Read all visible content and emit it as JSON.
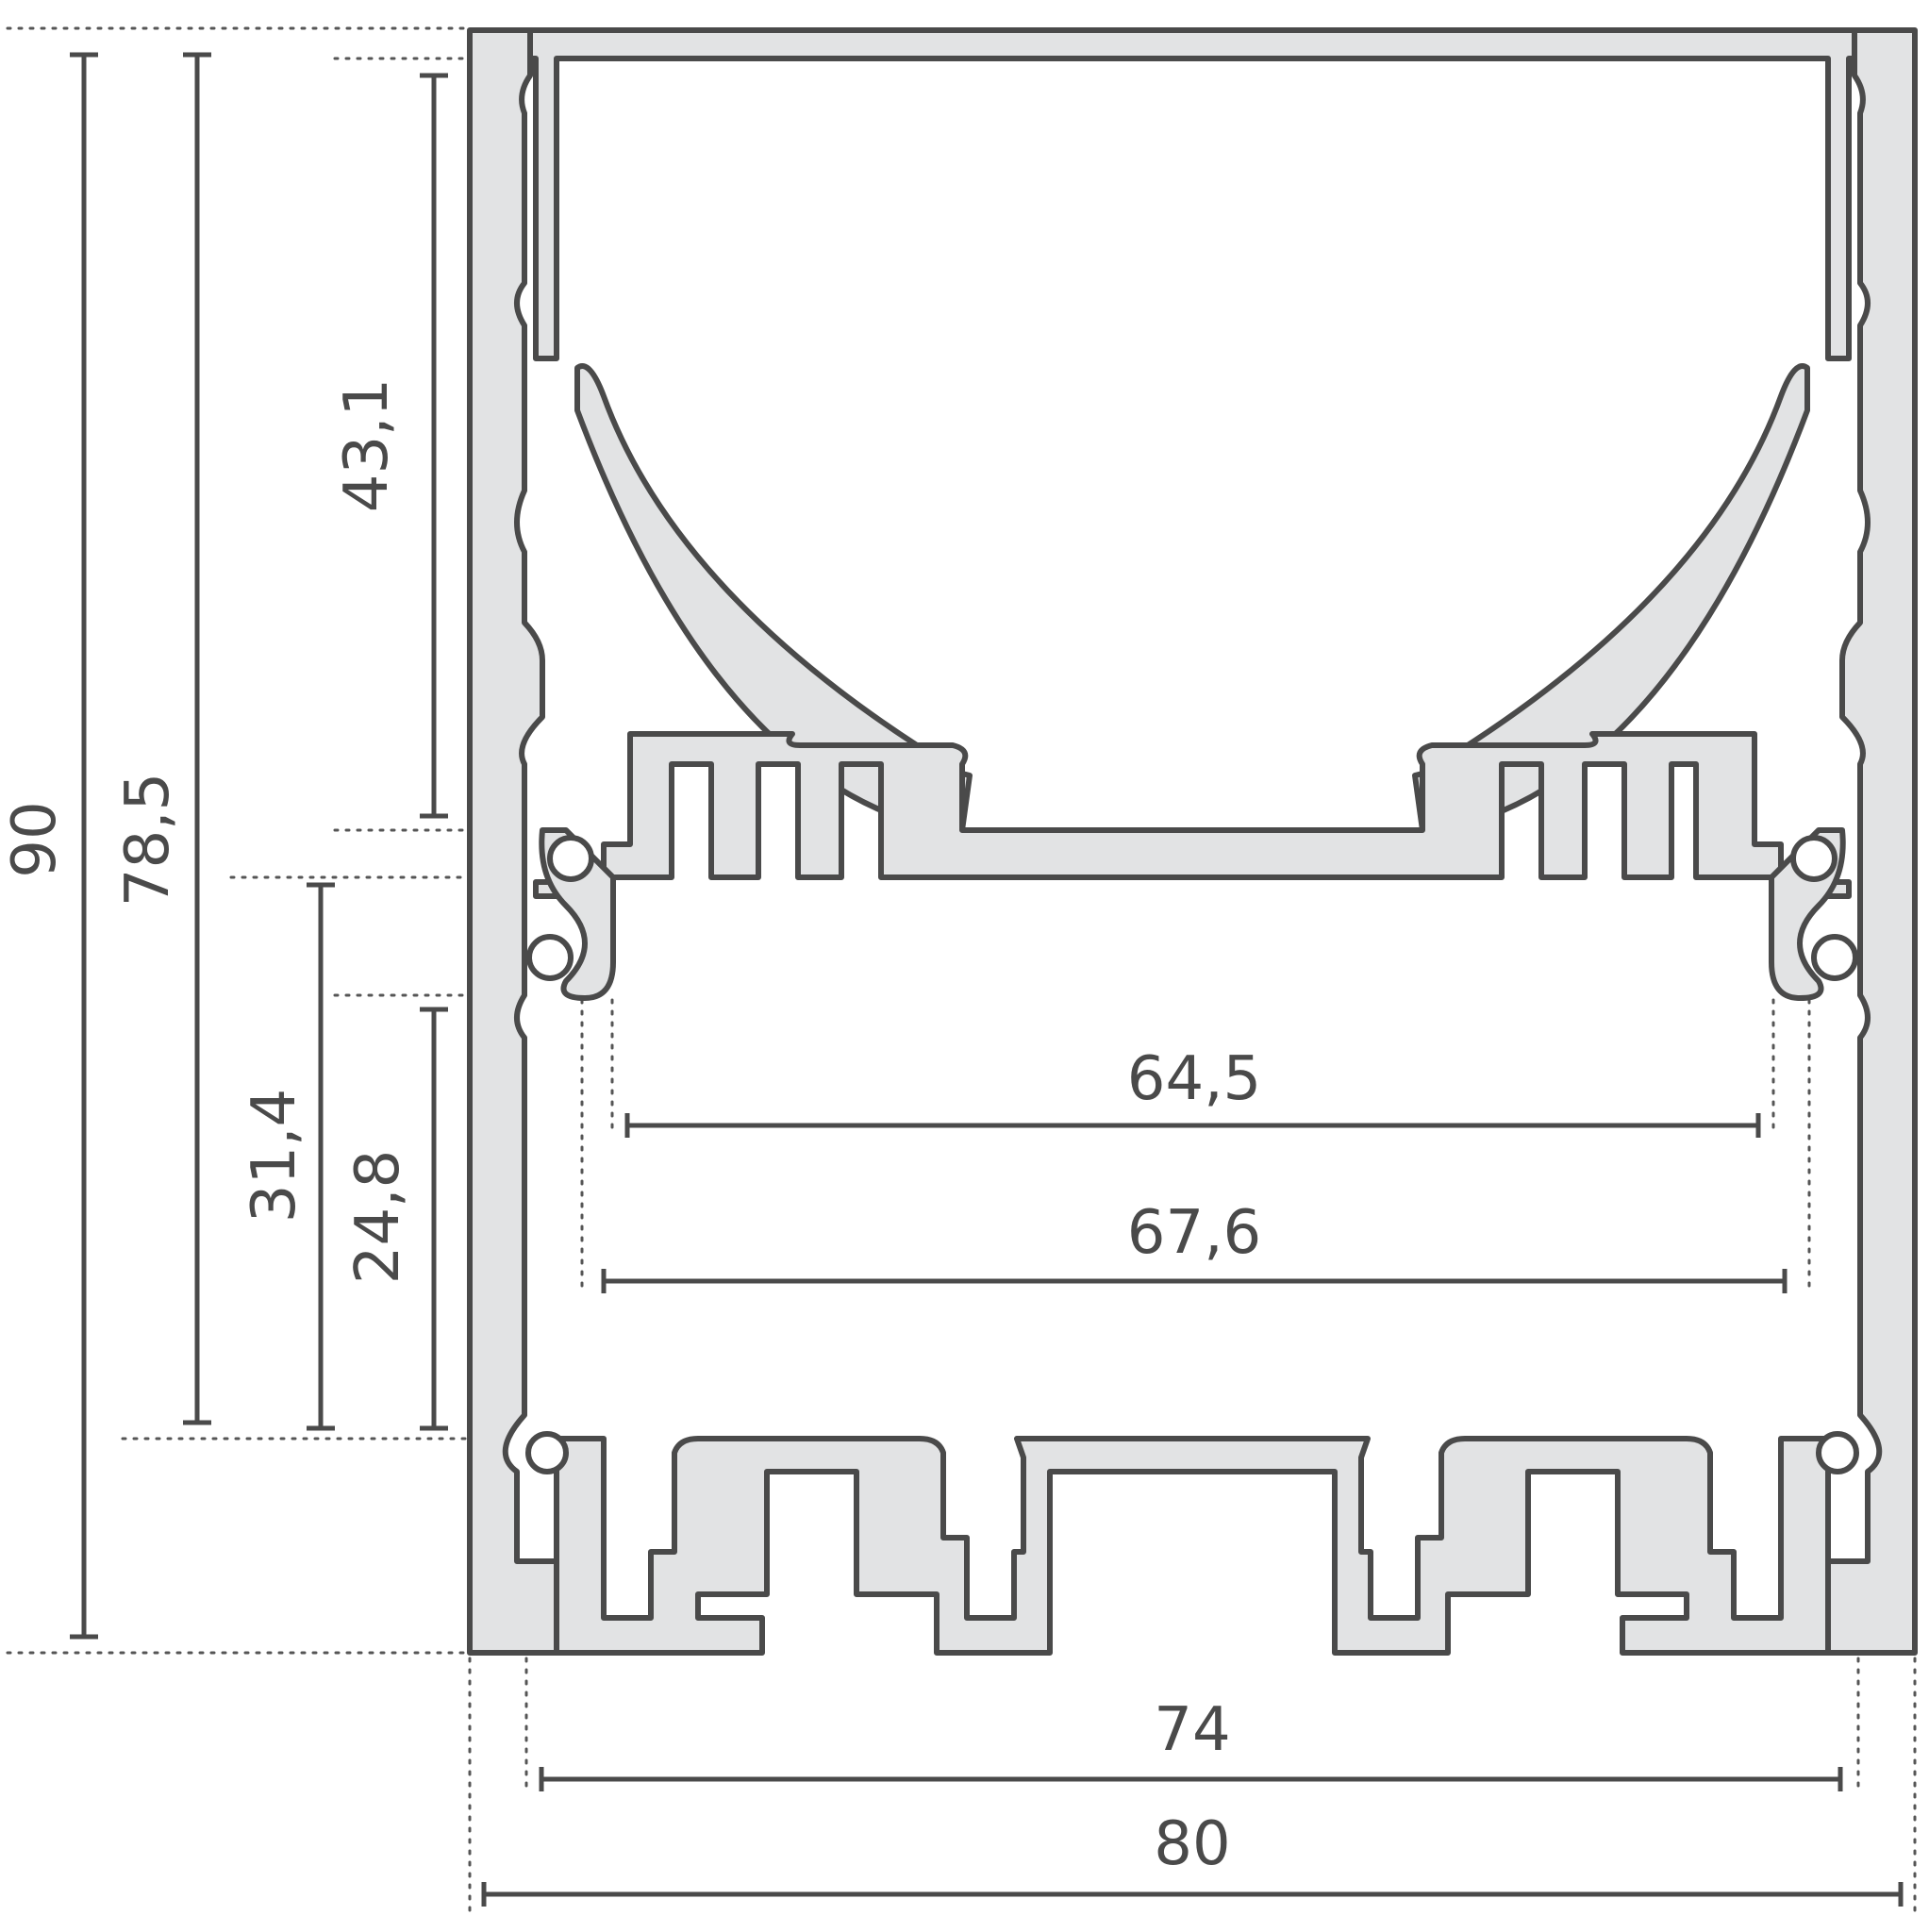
{
  "dimensions": {
    "height_90": "90",
    "height_78_5": "78,5",
    "height_43_1": "43,1",
    "height_31_4": "31,4",
    "height_24_8": "24,8",
    "width_64_5": "64,5",
    "width_67_6": "67,6",
    "width_74": "74",
    "width_80": "80"
  },
  "colors": {
    "profile_fill": "#e2e3e4",
    "outline": "#4a4a4a",
    "background": "#ffffff"
  }
}
